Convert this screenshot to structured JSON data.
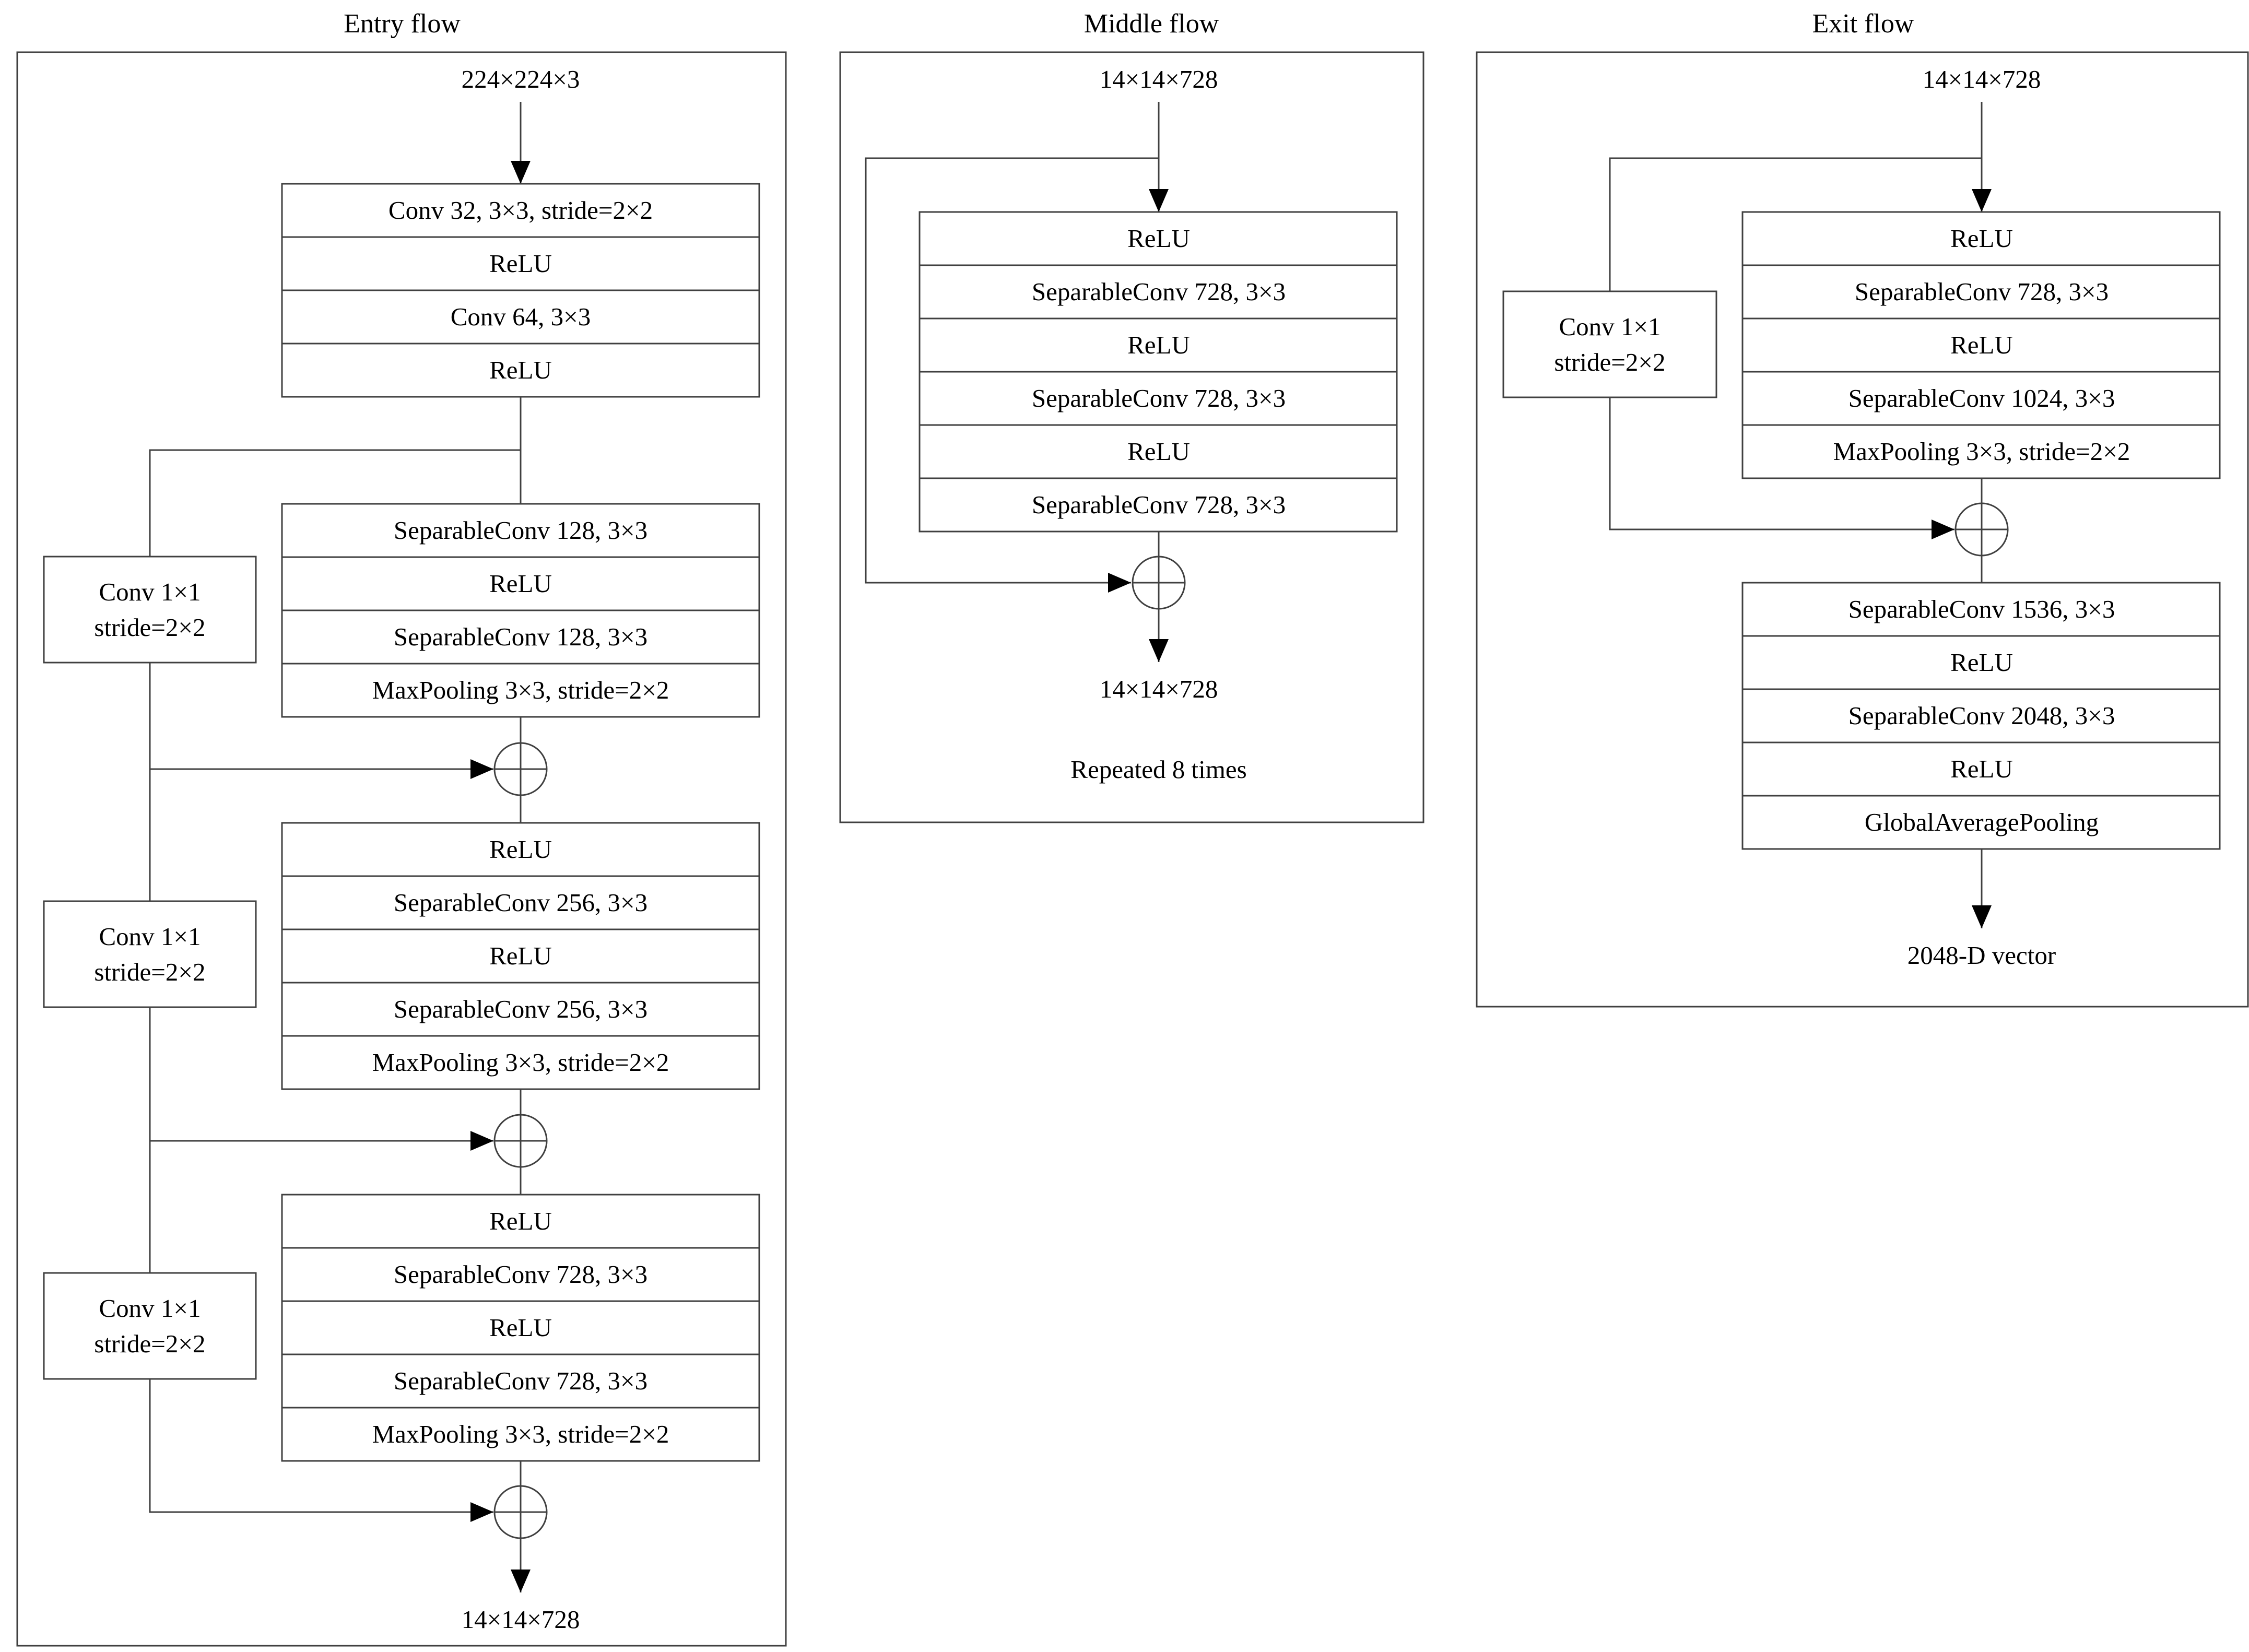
{
  "entry": {
    "title": "Entry flow",
    "input": "224×224×3",
    "stem": [
      "Conv 32, 3×3, stride=2×2",
      "ReLU",
      "Conv 64, 3×3",
      "ReLU"
    ],
    "block1": [
      "SeparableConv 128, 3×3",
      "ReLU",
      "SeparableConv 128, 3×3",
      "MaxPooling 3×3, stride=2×2"
    ],
    "block2": [
      "ReLU",
      "SeparableConv 256, 3×3",
      "ReLU",
      "SeparableConv 256, 3×3",
      "MaxPooling 3×3, stride=2×2"
    ],
    "block3": [
      "ReLU",
      "SeparableConv 728, 3×3",
      "ReLU",
      "SeparableConv 728, 3×3",
      "MaxPooling 3×3, stride=2×2"
    ],
    "shortcut": {
      "line1": "Conv 1×1",
      "line2": "stride=2×2"
    },
    "output": "14×14×728"
  },
  "middle": {
    "title": "Middle flow",
    "input": "14×14×728",
    "block": [
      "ReLU",
      "SeparableConv 728, 3×3",
      "ReLU",
      "SeparableConv 728, 3×3",
      "ReLU",
      "SeparableConv 728, 3×3"
    ],
    "output": "14×14×728",
    "repeat": "Repeated 8 times"
  },
  "exit": {
    "title": "Exit flow",
    "input": "14×14×728",
    "block1": [
      "ReLU",
      "SeparableConv 728, 3×3",
      "ReLU",
      "SeparableConv 1024, 3×3",
      "MaxPooling 3×3, stride=2×2"
    ],
    "shortcut": {
      "line1": "Conv 1×1",
      "line2": "stride=2×2"
    },
    "block2": [
      "SeparableConv 1536, 3×3",
      "ReLU",
      "SeparableConv 2048, 3×3",
      "ReLU",
      "GlobalAveragePooling"
    ],
    "output": "2048-D vector"
  },
  "colors": {
    "line": "#404040",
    "text": "#000000",
    "background": "#ffffff"
  }
}
